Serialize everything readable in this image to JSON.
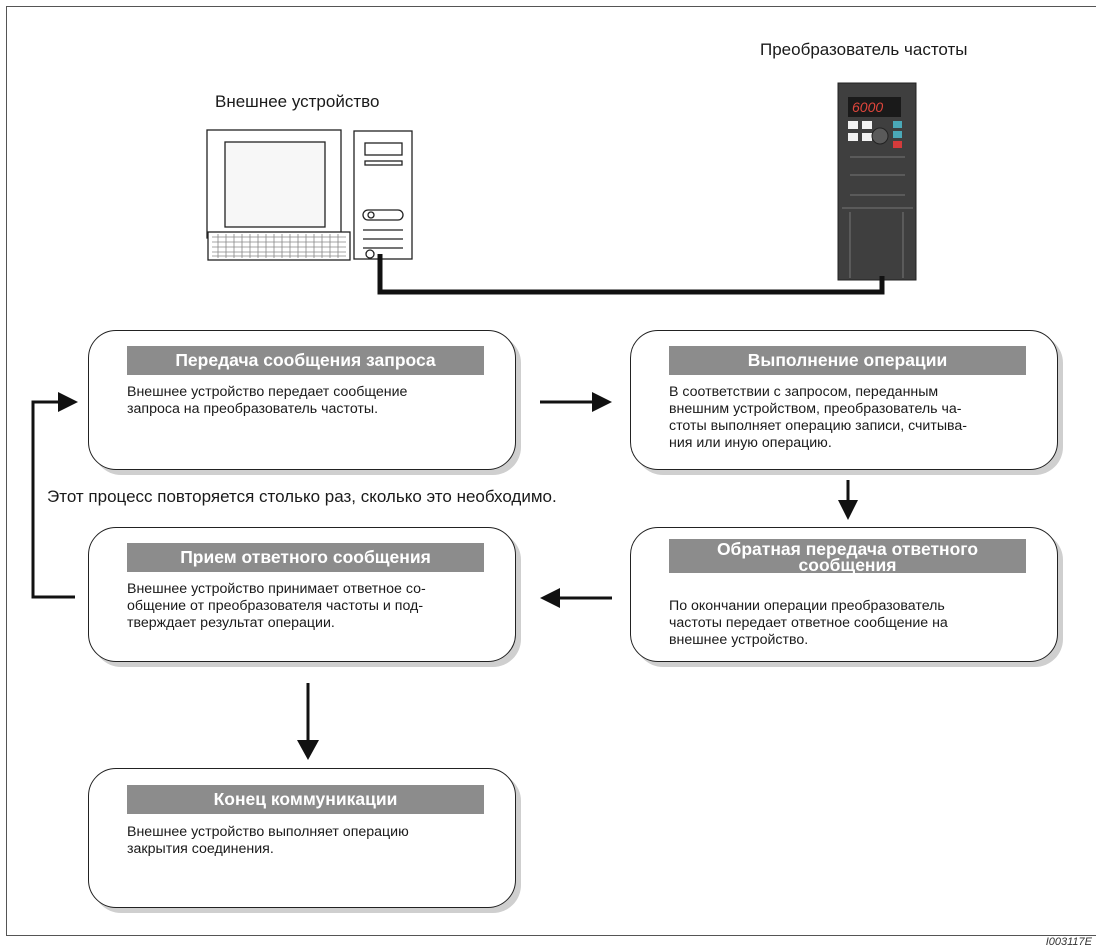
{
  "labels": {
    "inverter": "Преобразователь частоты",
    "external_device": "Внешнее устройство",
    "inverter_display": "6000",
    "repeat_note": "Этот процесс повторяется столько раз, сколько это необходимо.",
    "figure_code": "I003117E"
  },
  "boxes": {
    "request": {
      "title": "Передача сообщения запроса",
      "lines": [
        "Внешнее устройство передает сообщение",
        "запроса на преобразователь частоты."
      ]
    },
    "operation": {
      "title": "Выполнение операции",
      "lines": [
        "В соответствии с запросом, переданным",
        "внешним устройством, преобразователь ча-",
        "стоты выполняет операцию записи, считыва-",
        "ния или иную операцию."
      ]
    },
    "reply_send": {
      "title_lines": [
        "Обратная передача ответного",
        "сообщения"
      ],
      "lines": [
        "По окончании операции преобразователь",
        "частоты передает ответное сообщение на",
        "внешнее устройство."
      ]
    },
    "reply_receive": {
      "title": "Прием ответного сообщения",
      "lines": [
        "Внешнее устройство принимает ответное со-",
        "общение от преобразователя частоты и под-",
        "тверждает результат операции."
      ]
    },
    "end": {
      "title": "Конец коммуникации",
      "lines": [
        "Внешнее устройство выполняет операцию",
        "закрытия соединения."
      ]
    }
  }
}
